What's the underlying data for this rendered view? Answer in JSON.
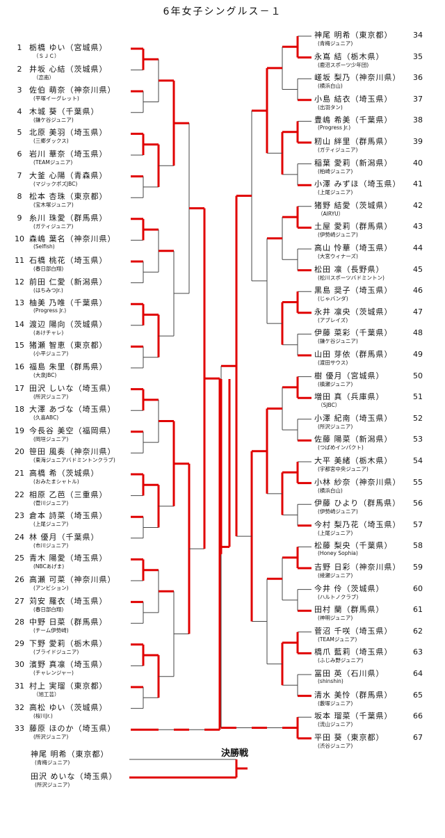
{
  "title": "6年女子シングルス－１",
  "final_label": "決勝戦",
  "left": [
    {
      "no": "1",
      "name": "栃橋 ゆい（宮城県）",
      "club": "（ＳＪＣ）"
    },
    {
      "no": "2",
      "name": "井坂 心結（茨城県）",
      "club": "（恋南）"
    },
    {
      "no": "3",
      "name": "佐伯 萌奈（神奈川県）",
      "club": "(平塚イーグレット)"
    },
    {
      "no": "4",
      "name": "木城 葵（千葉県）",
      "club": "(鎌ケ谷ジュニア)"
    },
    {
      "no": "5",
      "name": "北原 美羽（埼玉県）",
      "club": "(三郷ダックス)"
    },
    {
      "no": "6",
      "name": "岩川 華奈（埼玉県）",
      "club": "(TEAMジュニア)"
    },
    {
      "no": "7",
      "name": "大釜 心陽（青森県）",
      "club": "(マジックポズJBC)"
    },
    {
      "no": "8",
      "name": "松本 杏珠（東京都）",
      "club": "(宝木塚ジュニア)"
    },
    {
      "no": "9",
      "name": "糸川 珠愛（群馬県）",
      "club": "(ガティジュニア)"
    },
    {
      "no": "10",
      "name": "森嶋 葉名（神奈川県）",
      "club": "(Selfish)"
    },
    {
      "no": "11",
      "name": "石橋 桃花（埼玉県）",
      "club": "(春日部白翔)"
    },
    {
      "no": "12",
      "name": "前田 仁愛（新潟県）",
      "club": "(はちみつJr.)"
    },
    {
      "no": "13",
      "name": "柚美 乃唯（千葉県）",
      "club": "(Progress Jr.)"
    },
    {
      "no": "14",
      "name": "渡辺 陽向（茨城県）",
      "club": "(あけチャレ)"
    },
    {
      "no": "15",
      "name": "猪瀬 智恵（東京都）",
      "club": "(小平ジュニア)"
    },
    {
      "no": "16",
      "name": "福島 朱里（群馬県）",
      "club": "(大泉JBC)"
    },
    {
      "no": "17",
      "name": "田沢 しいな（埼玉県）",
      "club": "(所沢ジュニア)"
    },
    {
      "no": "18",
      "name": "大澤 あづな（埼玉県）",
      "club": "(久喜ABC)"
    },
    {
      "no": "19",
      "name": "今長谷 美空（福岡県）",
      "club": "(岡垣ジュニア)"
    },
    {
      "no": "20",
      "name": "笹田 風奏（神奈川県）",
      "club": "(東海ジュニアバドミントンクラブ)"
    },
    {
      "no": "21",
      "name": "高橋 希（茨城県）",
      "club": "(おみたまシャトル)"
    },
    {
      "no": "22",
      "name": "相原 乙芭（三重県）",
      "club": "(菅川ジュニア)"
    },
    {
      "no": "23",
      "name": "倉本 詩菜（埼玉県）",
      "club": "(上尾ジュニア)"
    },
    {
      "no": "24",
      "name": "林 優月（千葉県）",
      "club": "(市川ジュニア)"
    },
    {
      "no": "25",
      "name": "青木 陽愛（埼玉県）",
      "club": "(NBCあげま)"
    },
    {
      "no": "26",
      "name": "高瀬 可菜（神奈川県）",
      "club": "(アンビション)"
    },
    {
      "no": "27",
      "name": "苅安 羅衣（埼玉県）",
      "club": "(春日部白翔)"
    },
    {
      "no": "28",
      "name": "中野 日菜（群馬県）",
      "club": "(チーム伊勢崎)"
    },
    {
      "no": "29",
      "name": "下野 愛莉（栃木県）",
      "club": "(ブライドジュニア)"
    },
    {
      "no": "30",
      "name": "濱野 真凛（埼玉県）",
      "club": "(チャレンジャー)"
    },
    {
      "no": "31",
      "name": "村上 実瑠（東京都）",
      "club": "（旭工芸）"
    },
    {
      "no": "32",
      "name": "高松 ゆい（茨城県）",
      "club": "(桜川Jr.)"
    },
    {
      "no": "33",
      "name": "藤原 ほのか（埼玉県）",
      "club": "(所沢ジュニア)"
    }
  ],
  "right": [
    {
      "no": "34",
      "name": "神尾 明希（東京都）",
      "club": "(青梅ジュニア)"
    },
    {
      "no": "35",
      "name": "永嶌 結（栃木県）",
      "club": "(鹿沼スポーツ少年団)"
    },
    {
      "no": "36",
      "name": "嵯坂 梨乃（神奈川県）",
      "club": "(横浜白山)"
    },
    {
      "no": "37",
      "name": "小島 結衣（埼玉県）",
      "club": "(出羽タン)"
    },
    {
      "no": "38",
      "name": "豊嶋 希美（千葉県）",
      "club": "(Progress Jr.)"
    },
    {
      "no": "39",
      "name": "籾山 絆里（群馬県）",
      "club": "(ガティジュニア)"
    },
    {
      "no": "40",
      "name": "稲葉 愛莉（新潟県）",
      "club": "(柏崎ジュニア)"
    },
    {
      "no": "41",
      "name": "小澤 みずほ（埼玉県）",
      "club": "(上尾ジュニア)"
    },
    {
      "no": "42",
      "name": "猪野 結愛（茨城県）",
      "club": "（AIRYU）"
    },
    {
      "no": "43",
      "name": "土屋 愛莉（群馬県）",
      "club": "(伊勢崎ジュニア)"
    },
    {
      "no": "44",
      "name": "高山 怜華（埼玉県）",
      "club": "(大宮ウィナーズ)"
    },
    {
      "no": "45",
      "name": "松田 凛（長野県）",
      "club": "(松川スポーツバドミントン)"
    },
    {
      "no": "46",
      "name": "黒島 奨子（埼玉県）",
      "club": "(じゃバンダ)"
    },
    {
      "no": "47",
      "name": "永井 凛央（茨城県）",
      "club": "(アブレイズ)"
    },
    {
      "no": "48",
      "name": "伊藤 菜彩（千葉県）",
      "club": "(鎌ケ谷ジュニア)"
    },
    {
      "no": "49",
      "name": "山田 芽依（群馬県）",
      "club": "(渡田サウス)"
    },
    {
      "no": "50",
      "name": "樹 優月（宮城県）",
      "club": "(槙瀬ジュニア)"
    },
    {
      "no": "51",
      "name": "増田 真（兵庫県）",
      "club": "（SJBC）"
    },
    {
      "no": "52",
      "name": "小澤 紀南（埼玉県）",
      "club": "(所沢ジュニア)"
    },
    {
      "no": "53",
      "name": "佐藤 陽菜（新潟県）",
      "club": "(つばめインパクト)"
    },
    {
      "no": "54",
      "name": "大平 美緒（栃木県）",
      "club": "(宇都宮中央ジュニア)"
    },
    {
      "no": "55",
      "name": "小林 紗奈（神奈川県）",
      "club": "(横浜白山)"
    },
    {
      "no": "56",
      "name": "伊藤 ひより（群馬県）",
      "club": "(伊勢崎ジュニア)"
    },
    {
      "no": "57",
      "name": "今村 梨乃花（埼玉県）",
      "club": "(上尾ジュニア)"
    },
    {
      "no": "58",
      "name": "松藤 梨央（千葉県）",
      "club": "(Honey Sophia)"
    },
    {
      "no": "59",
      "name": "吉野 日彩（神奈川県）",
      "club": "(綾瀬ジュニア)"
    },
    {
      "no": "60",
      "name": "今井 伶（茨城県）",
      "club": "(ハルトノクラブ)"
    },
    {
      "no": "61",
      "name": "田村 蘭（群馬県）",
      "club": "(神明ジュニア)"
    },
    {
      "no": "62",
      "name": "菅沼 千咲（埼玉県）",
      "club": "(TEAMジュニア)"
    },
    {
      "no": "63",
      "name": "橋爪 藍莉（埼玉県）",
      "club": "(ふじみ野ジュニア)"
    },
    {
      "no": "64",
      "name": "冨田 英（石川県）",
      "club": "(shinshin)"
    },
    {
      "no": "65",
      "name": "清水 美怜（群馬県）",
      "club": "(藪塚ジュニア)"
    },
    {
      "no": "66",
      "name": "坂本 瑠菜（千葉県）",
      "club": "(流山ジュニア)"
    },
    {
      "no": "67",
      "name": "平田 葵（東京都）",
      "club": "(渋谷ジュニア)"
    }
  ],
  "final": [
    {
      "name": "神尾 明希（東京都）",
      "club": "(青梅ジュニア)"
    },
    {
      "name": "田沢 めいな（埼玉県）",
      "club": "(所沢ジュニア)"
    }
  ]
}
